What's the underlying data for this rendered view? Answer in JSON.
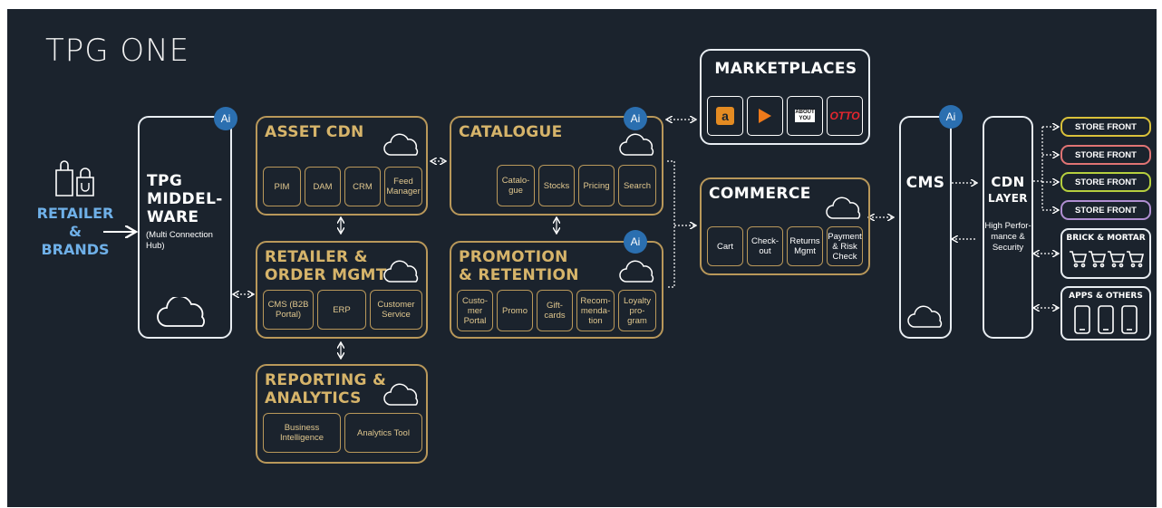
{
  "title": "TPG ONE",
  "retailer": {
    "line1": "RETAILER",
    "line2": "&",
    "line3": "BRANDS"
  },
  "middleware": {
    "line1": "TPG",
    "line2": "MIDDEL-",
    "line3": "WARE",
    "desc": "(Multi Connection Hub)"
  },
  "ai_label": "Ai",
  "asset_cdn": {
    "title": "ASSET CDN",
    "items": [
      "PIM",
      "DAM",
      "CRM",
      "Feed Manager"
    ]
  },
  "retailer_order": {
    "title_line1": "RETAILER &",
    "title_line2": "ORDER MGMT",
    "items": [
      "CMS (B2B Portal)",
      "ERP",
      "Customer Service"
    ]
  },
  "reporting": {
    "title_line1": "REPORTING &",
    "title_line2": "ANALYTICS",
    "items": [
      "Business Intelligence",
      "Analytics Tool"
    ]
  },
  "catalogue": {
    "title": "CATALOGUE",
    "items": [
      "Catalo-gue",
      "Stocks",
      "Pricing",
      "Search"
    ]
  },
  "promotion": {
    "title_line1": "PROMOTION",
    "title_line2": "& RETENTION",
    "items": [
      "Custo-mer Portal",
      "Promo",
      "Gift-cards",
      "Recom-menda-tion",
      "Loyalty pro-gram"
    ]
  },
  "marketplaces": {
    "title": "MARKETPLACES",
    "logos": [
      "amazon-icon",
      "play-icon",
      "about-you-icon",
      "otto-icon"
    ],
    "about_you": "ABOUT YOU",
    "otto": "OTTO",
    "amazon": "a"
  },
  "commerce": {
    "title": "COMMERCE",
    "items": [
      "Cart",
      "Check-out",
      "Returns Mgmt",
      "Payment & Risk Check"
    ]
  },
  "cms": {
    "title": "CMS"
  },
  "cdn": {
    "line1": "CDN",
    "line2": "LAYER",
    "desc": "High Perfor-mance & Security"
  },
  "channels": {
    "store_fronts": [
      {
        "label": "STORE FRONT",
        "color": "#d9c13a"
      },
      {
        "label": "STORE FRONT",
        "color": "#e07474"
      },
      {
        "label": "STORE FRONT",
        "color": "#b6cf3e"
      },
      {
        "label": "STORE FRONT",
        "color": "#b08ed1"
      }
    ],
    "brick_mortar": "BRICK & MORTAR",
    "apps": "APPS & OTHERS"
  }
}
